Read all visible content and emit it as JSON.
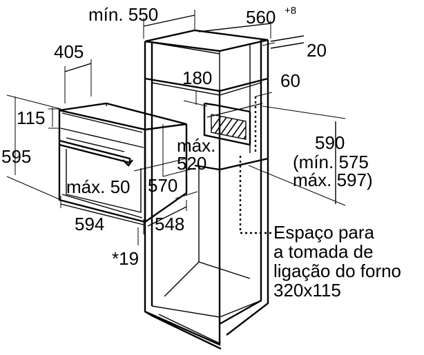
{
  "dimensions": {
    "min_550": "mín. 550",
    "d560": "560",
    "d560_sup": "+8",
    "d20": "20",
    "d405": "405",
    "d180": "180",
    "d60": "60",
    "d115": "115",
    "d595": "595",
    "max_label": "máx.",
    "d520": "520",
    "d590": "590",
    "min575": "(mín. 575",
    "max597": "máx. 597)",
    "max50": "máx. 50",
    "d570": "570",
    "d594": "594",
    "d548": "548",
    "star19": "*19"
  },
  "note": {
    "line1": "Espaço para",
    "line2": "a tomada de",
    "line3": "ligação do forno",
    "line4": "320x115"
  }
}
